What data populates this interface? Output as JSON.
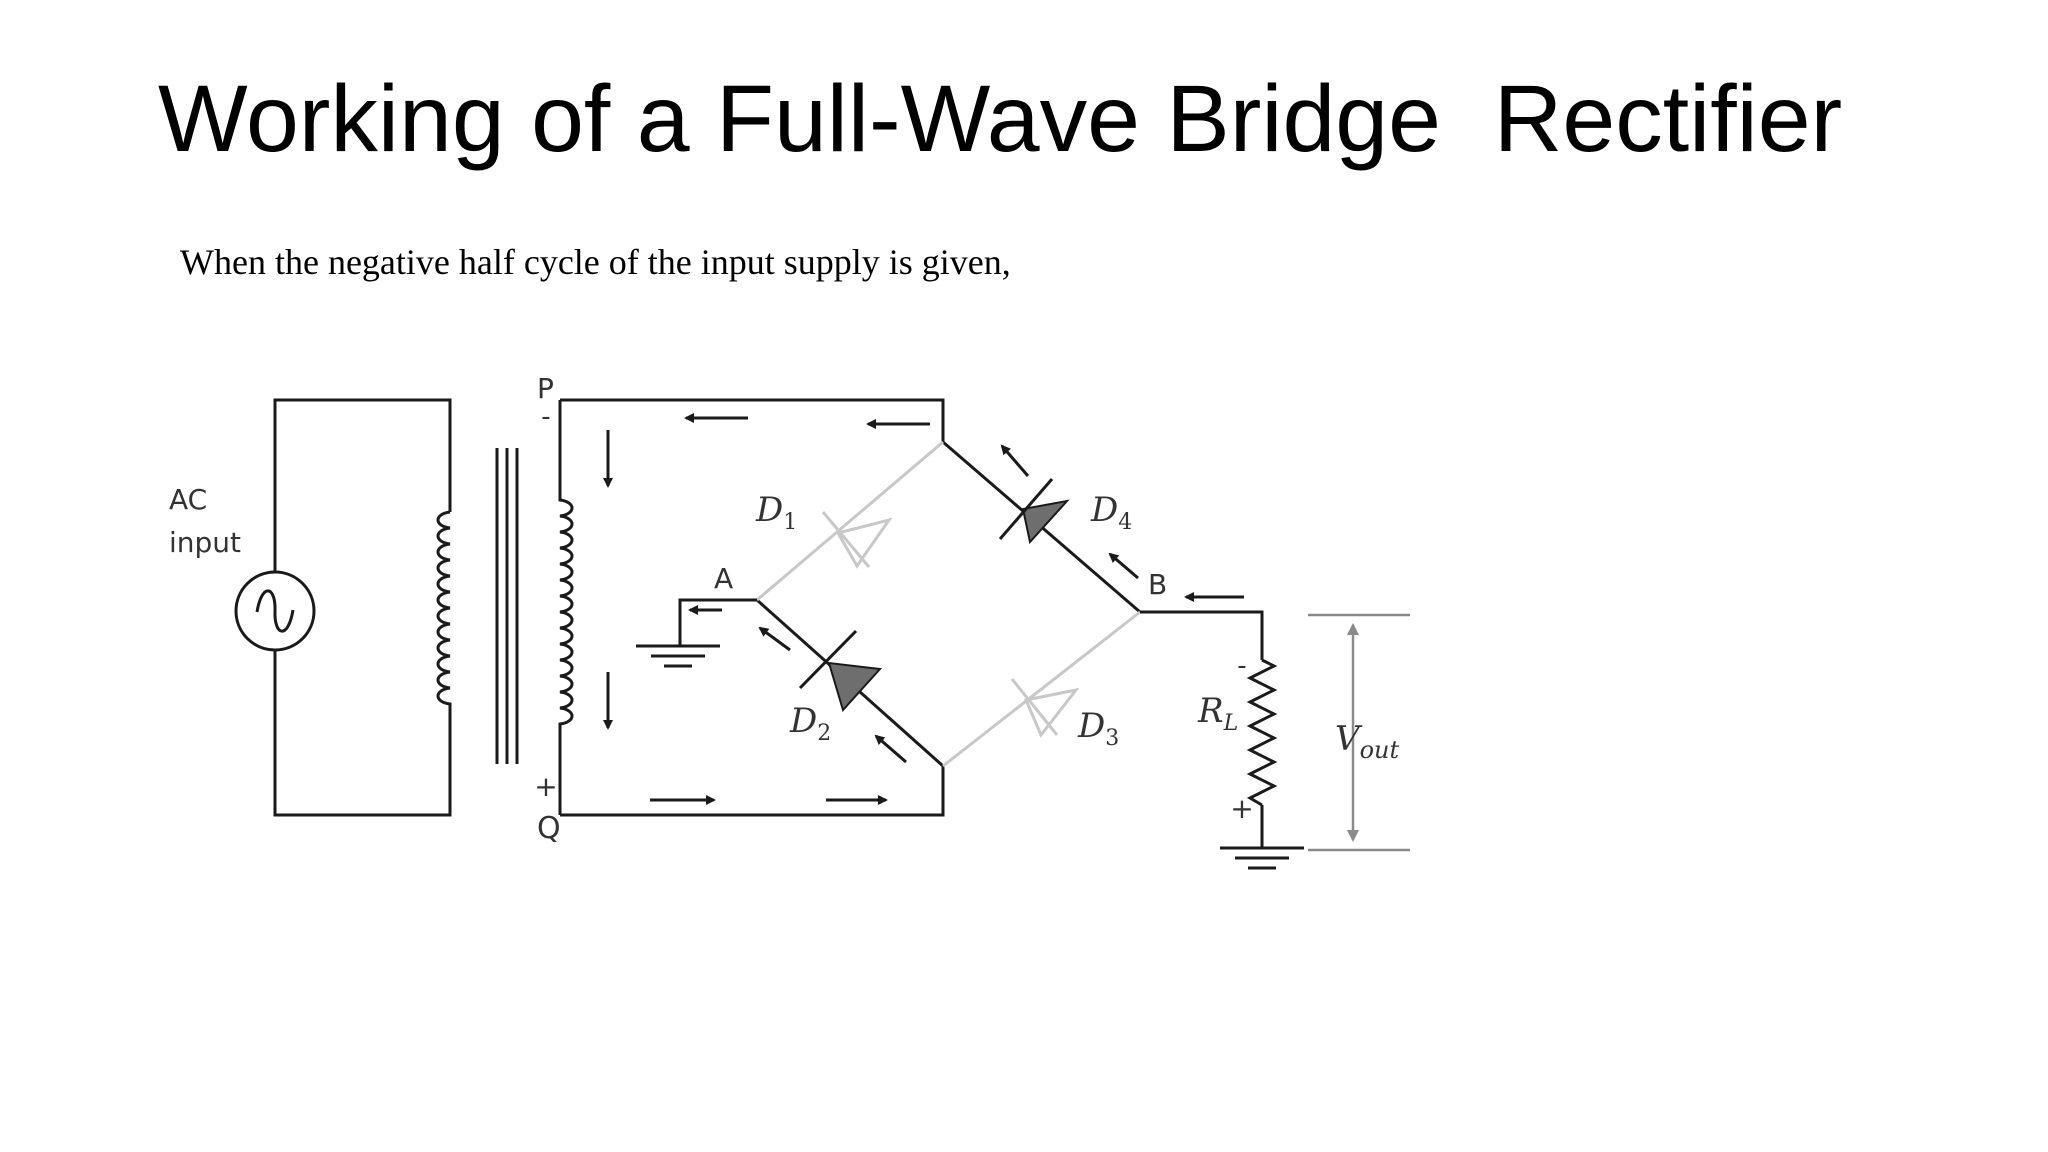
{
  "slide": {
    "title": "Working of a Full-Wave Bridge  Rectifier",
    "subtitle": "When the negative half cycle of the input supply is given,"
  },
  "diagram": {
    "source_label_line1": "AC",
    "source_label_line2": "input",
    "terminal_p": "P",
    "terminal_p_polarity": "-",
    "terminal_q": "Q",
    "terminal_q_polarity": "+",
    "node_a": "A",
    "node_b": "B",
    "diode_1": {
      "letter": "D",
      "sub": "1",
      "state": "off"
    },
    "diode_2": {
      "letter": "D",
      "sub": "2",
      "state": "on"
    },
    "diode_3": {
      "letter": "D",
      "sub": "3",
      "state": "off"
    },
    "diode_4": {
      "letter": "D",
      "sub": "4",
      "state": "on"
    },
    "resistor": {
      "letter": "R",
      "sub": "L",
      "top_polarity": "-",
      "bottom_polarity": "+"
    },
    "output": {
      "letter": "V",
      "sub": "out"
    },
    "colors": {
      "wire": "#1a1a1a",
      "inactive": "#c8c8c8",
      "diode_fill": "#6e6e6e",
      "dimension": "#8a8a8a"
    }
  }
}
